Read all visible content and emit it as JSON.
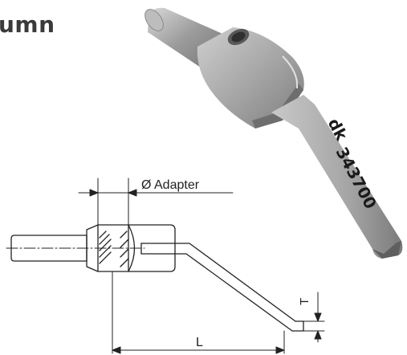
{
  "heading": "umn",
  "labels": {
    "adapter": "Ø Adapter",
    "length": "L",
    "thickness": "T"
  },
  "product": {
    "logo_text": "dk",
    "part_number": "343700"
  }
}
